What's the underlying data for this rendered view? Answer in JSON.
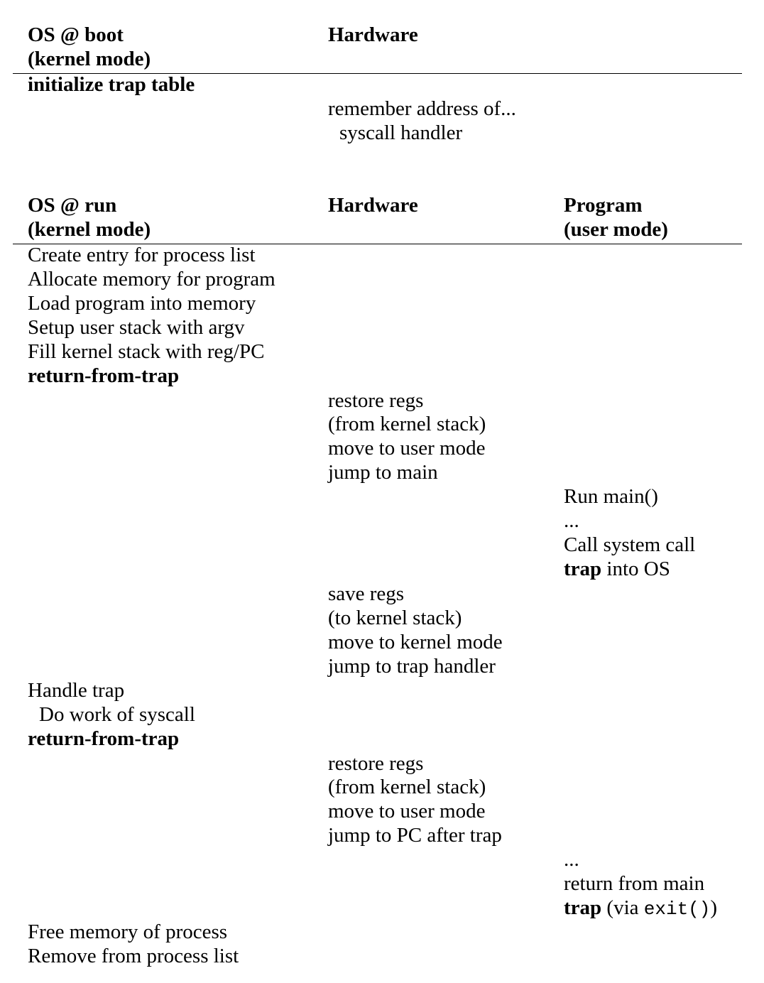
{
  "boot_table": {
    "headers": {
      "os_line1": "OS @ boot",
      "os_line2": "(kernel mode)",
      "hw": "Hardware"
    },
    "os_rows": [
      "initialize trap table"
    ],
    "hw_rows": [
      "remember address of...",
      "syscall handler"
    ]
  },
  "run_table": {
    "headers": {
      "os_line1": "OS @ run",
      "os_line2": "(kernel mode)",
      "hw": "Hardware",
      "prog_line1": "Program",
      "prog_line2": "(user mode)"
    },
    "os_block1": [
      "Create entry for process list",
      "Allocate memory for program",
      "Load program into memory",
      "Setup user stack with argv",
      "Fill kernel stack with reg/PC",
      "return-from-trap"
    ],
    "hw_block1": [
      "restore regs",
      "(from kernel stack)",
      "move to user mode",
      "jump to main"
    ],
    "prog_block1": [
      "Run main()",
      "...",
      "Call system call",
      "trap",
      " into OS"
    ],
    "hw_block2": [
      "save regs",
      "(to kernel stack)",
      "move to kernel mode",
      "jump to trap handler"
    ],
    "os_block2": [
      "Handle trap",
      "Do work of syscall",
      "return-from-trap"
    ],
    "hw_block3": [
      "restore regs",
      "(from kernel stack)",
      "move to user mode",
      "jump to PC after trap"
    ],
    "prog_block2": [
      "...",
      "return from main",
      "trap",
      " (via ",
      "exit()",
      ")"
    ],
    "os_block3": [
      "Free memory of process",
      "Remove from process list"
    ]
  }
}
